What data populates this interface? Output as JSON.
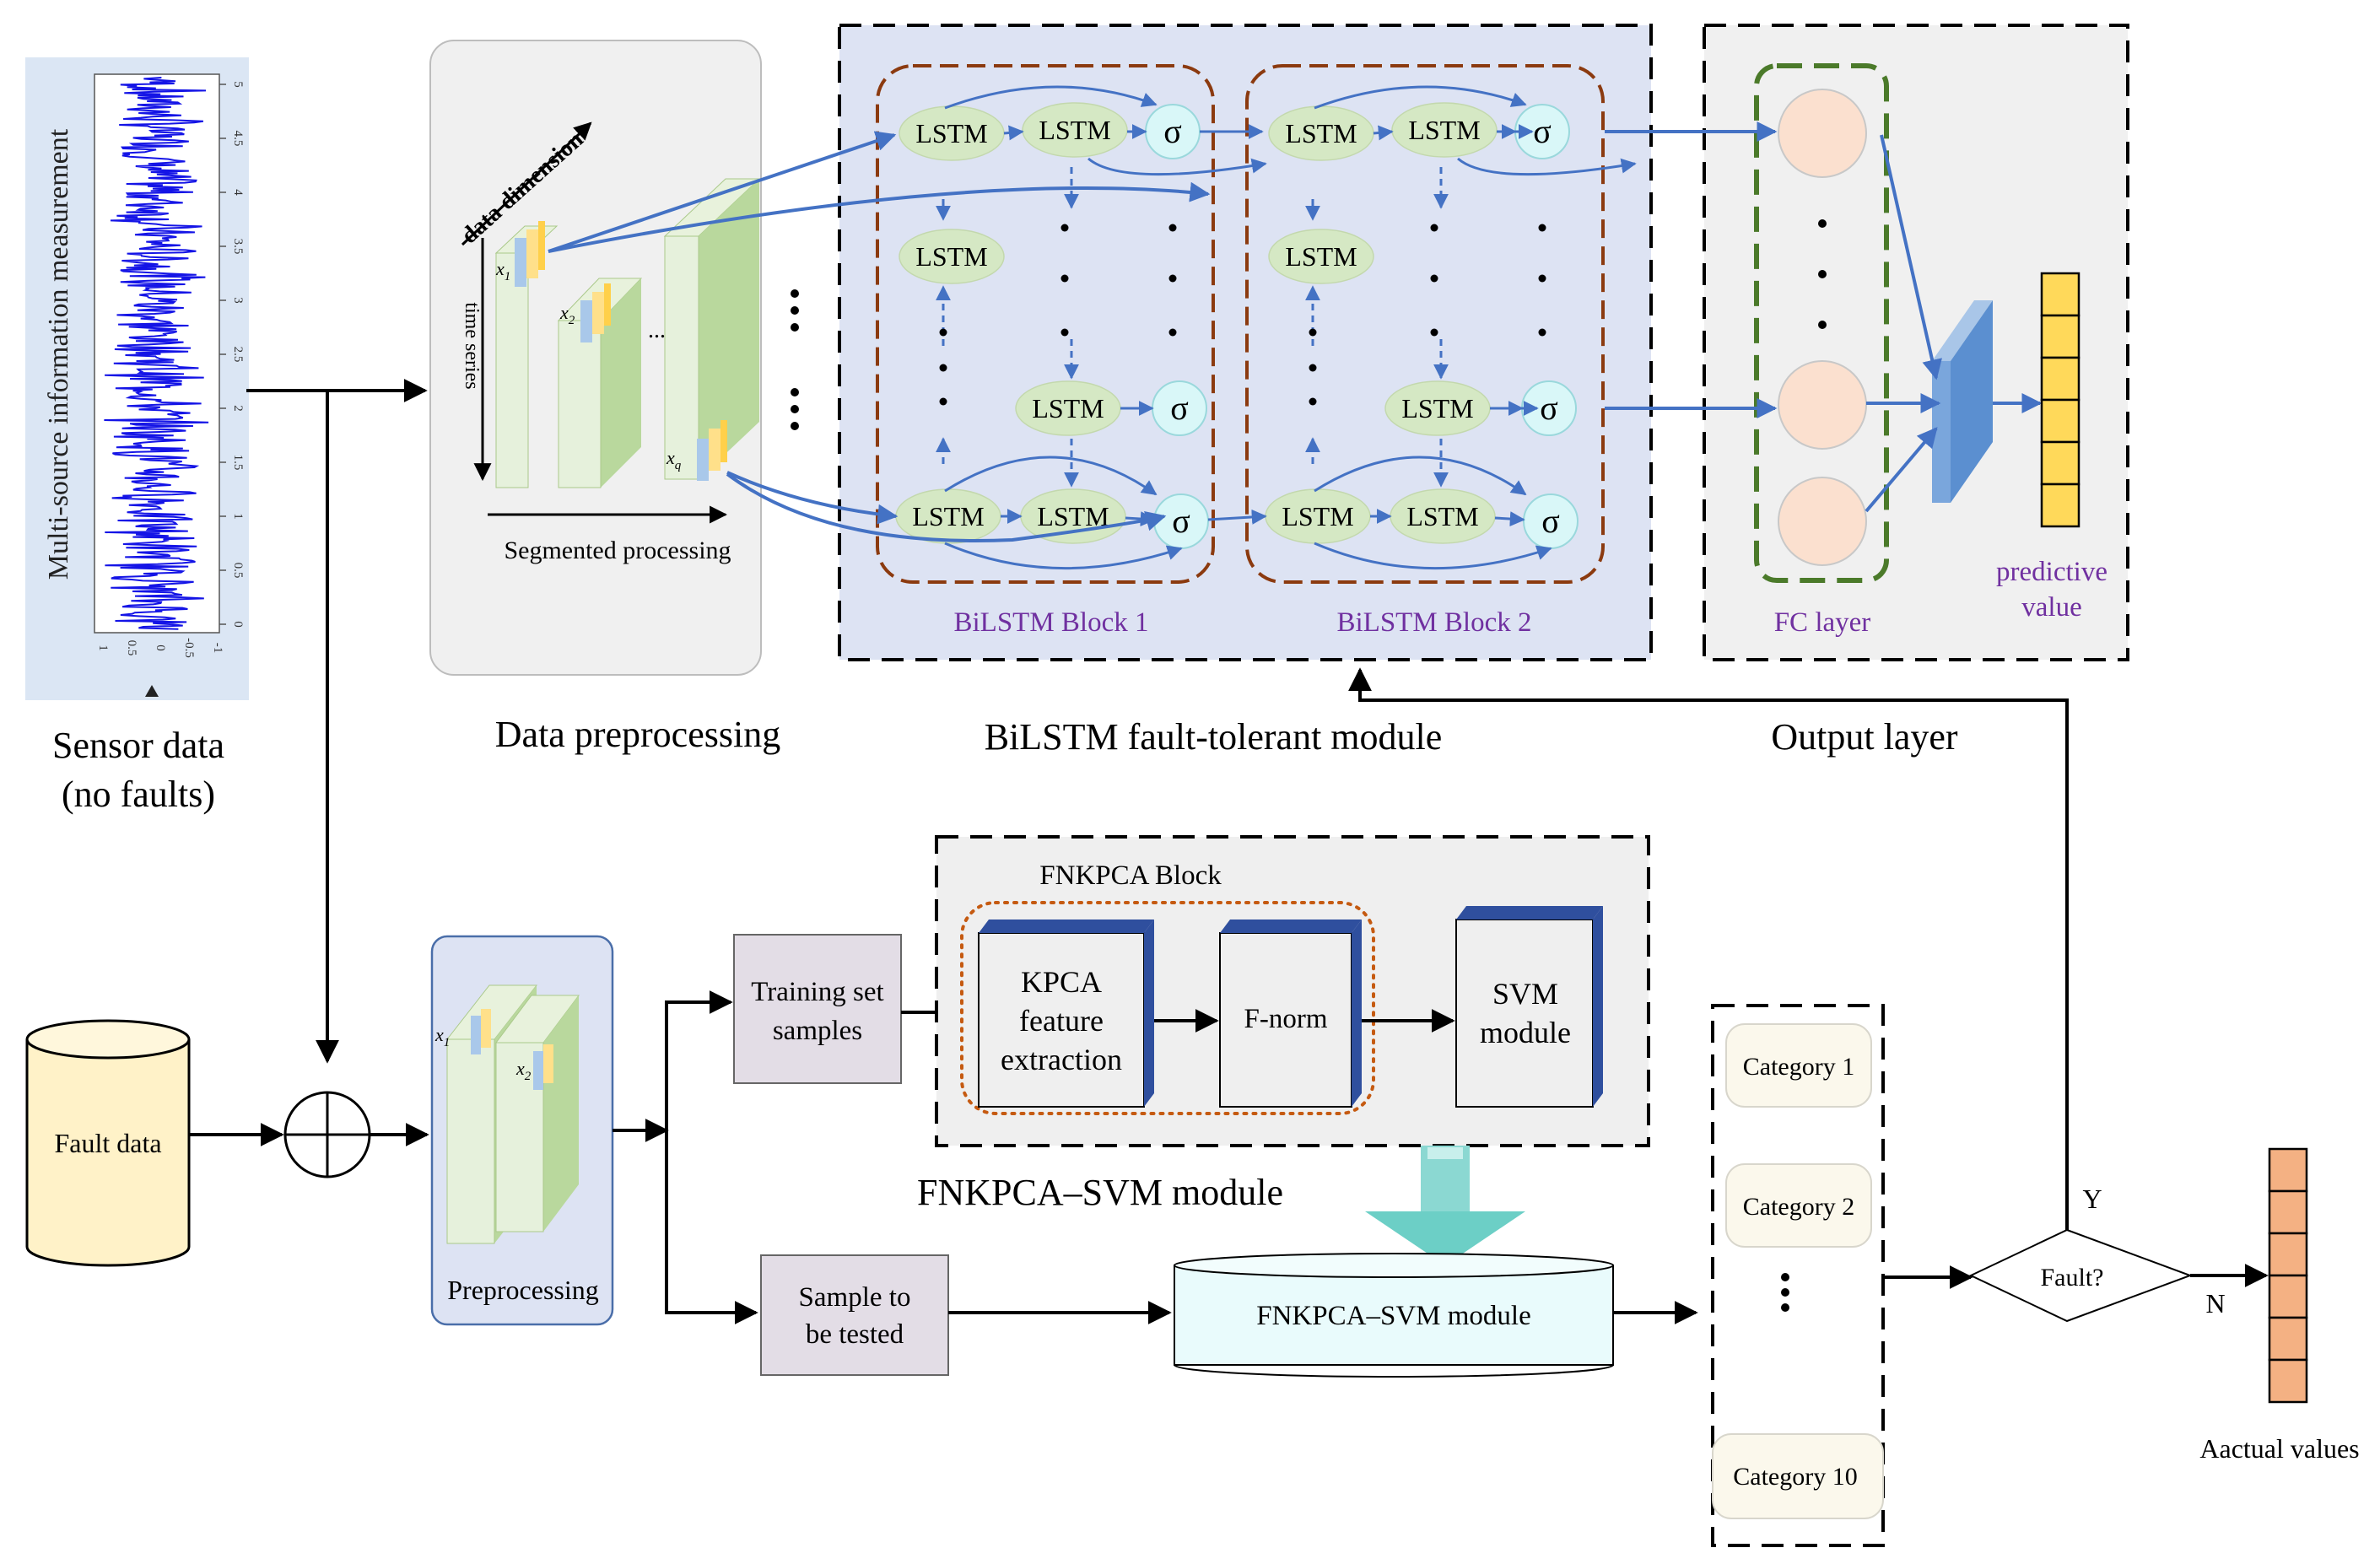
{
  "sensor": {
    "axis_title": "Multi-source information measurement",
    "ticks": [
      "5",
      "4.5",
      "4",
      "3.5",
      "3",
      "2.5",
      "2",
      "1.5",
      "1",
      "0.5",
      "0"
    ],
    "x_ticks": [
      "1",
      "0.5",
      "0",
      "-0.5",
      "-1"
    ],
    "caption_line1": "Sensor data",
    "caption_line2": "(no faults)"
  },
  "preprocessing": {
    "data_dimension": "data dimension",
    "time_series": "time series",
    "x1": "x",
    "x1_sub": "1",
    "x2": "x",
    "x2_sub": "2",
    "xq": "x",
    "xq_sub": "q",
    "ellipsis": "...",
    "segmented": "Segmented processing",
    "title": "Data preprocessing"
  },
  "bilstm": {
    "lstm": "LSTM",
    "sigma": "σ",
    "block1": "BiLSTM Block 1",
    "block2": "BiLSTM Block 2",
    "title": "BiLSTM fault-tolerant module"
  },
  "output": {
    "fc_layer": "FC layer",
    "predictive_line1": "predictive",
    "predictive_line2": "value",
    "title": "Output layer"
  },
  "lower": {
    "fault_data": "Fault data",
    "preprocessing": "Preprocessing",
    "x1": "x",
    "x1_sub": "1",
    "x2": "x",
    "x2_sub": "2",
    "training_line1": "Training set",
    "training_line2": "samples",
    "test_line1": "Sample to",
    "test_line2": "be tested",
    "fnkpca_block": "FNKPCA Block",
    "kpca_line1": "KPCA",
    "kpca_line2": "feature",
    "kpca_line3": "extraction",
    "fnorm": "F-norm",
    "svm_line1": "SVM",
    "svm_line2": "module",
    "fnkpca_svm_title": "FNKPCA–SVM module",
    "fnkpca_svm_box": "FNKPCA–SVM module",
    "categories": [
      "Category 1",
      "Category 2",
      "Category 10"
    ],
    "fault_q": "Fault?",
    "yes": "Y",
    "no": "N",
    "actual": "Aactual values"
  },
  "colors": {
    "arrow_blue": "#4472c4",
    "lstm_green": "#d5e8c4",
    "sigma_cyan": "#d9f7f8",
    "bilstm_bg": "#dde3f3",
    "block_border": "#8b3a0f",
    "fc_border": "#4b7a2a",
    "neuron": "#fbe0cf",
    "predictive_cell": "#ffd95a",
    "actual_cell": "#f4b183",
    "label_purple": "#7030a0",
    "kpca_dotted": "#c55a11"
  }
}
